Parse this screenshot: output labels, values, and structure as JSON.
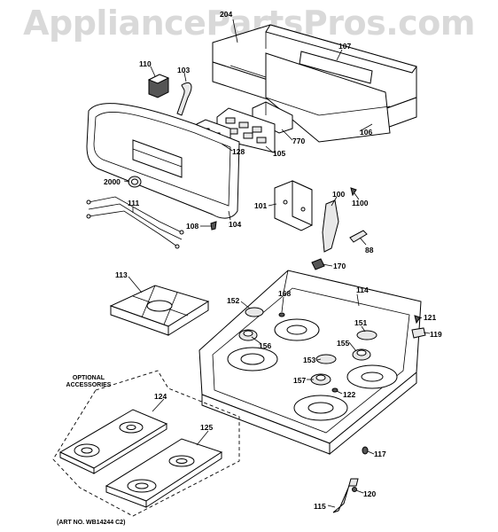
{
  "watermark": "AppliancePartsPros.com",
  "callouts": {
    "c204": "204",
    "c107": "107",
    "c110": "110",
    "c103": "103",
    "c106": "106",
    "c770": "770",
    "c128": "128",
    "c105": "105",
    "c2000": "2000",
    "c111": "111",
    "c104": "104",
    "c108": "108",
    "c101": "101",
    "c100": "100",
    "c1100": "1100",
    "c88": "88",
    "c170": "170",
    "c113": "113",
    "c114": "114",
    "c152": "152",
    "c168": "168",
    "c151": "151",
    "c121": "121",
    "c156": "156",
    "c155": "155",
    "c119": "119",
    "c153": "153",
    "c157": "157",
    "c122": "122",
    "c124": "124",
    "c125": "125",
    "c117": "117",
    "c120": "120",
    "c115": "115"
  },
  "optional_label_1": "OPTIONAL",
  "optional_label_2": "ACCESSORIES",
  "art_no": "(ART NO. WB14244 C2)"
}
